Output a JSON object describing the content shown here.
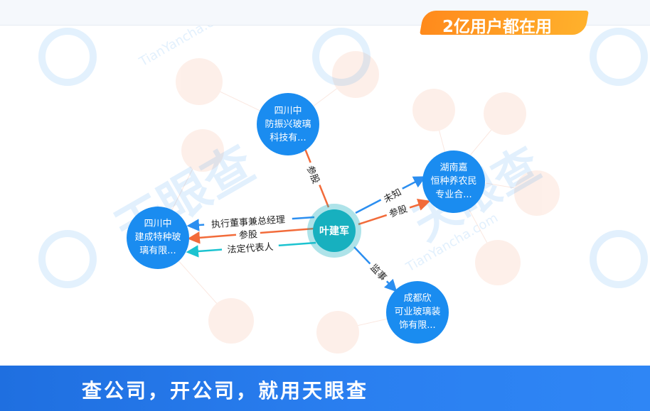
{
  "graph": {
    "center": {
      "label": "叶建军",
      "color": "#17b0bf"
    },
    "companies": [
      {
        "id": "c1",
        "lines": [
          "四川中",
          "防振兴玻璃",
          "科技有..."
        ]
      },
      {
        "id": "c2",
        "lines": [
          "湖南嘉",
          "恒种养农民",
          "专业合..."
        ]
      },
      {
        "id": "c3",
        "lines": [
          "四川中",
          "建成特种玻",
          "璃有限..."
        ]
      },
      {
        "id": "c4",
        "lines": [
          "成都欣",
          "可业玻璃装",
          "饰有限..."
        ]
      }
    ],
    "relations": [
      {
        "target": "c1",
        "label": "参股",
        "color": "#f26b3a"
      },
      {
        "target": "c2",
        "label": "未知",
        "color": "#2b8ef0"
      },
      {
        "target": "c2",
        "label": "参股",
        "color": "#f26b3a"
      },
      {
        "target": "c3",
        "label": "执行董事兼总经理",
        "color": "#2b8ef0"
      },
      {
        "target": "c3",
        "label": "参股",
        "color": "#f26b3a"
      },
      {
        "target": "c3",
        "label": "法定代表人",
        "color": "#1cc3d0"
      },
      {
        "target": "c4",
        "label": "监事",
        "color": "#2b8ef0"
      }
    ],
    "node_color": "#1a8cf0"
  },
  "watermark": {
    "logo_text": "天眼查",
    "sub_text": "TianYancha.com"
  },
  "banner": {
    "slogan": "查公司，开公司，就用天眼查",
    "badge": "2亿用户都在用",
    "badge_color": "#ff9a22"
  }
}
